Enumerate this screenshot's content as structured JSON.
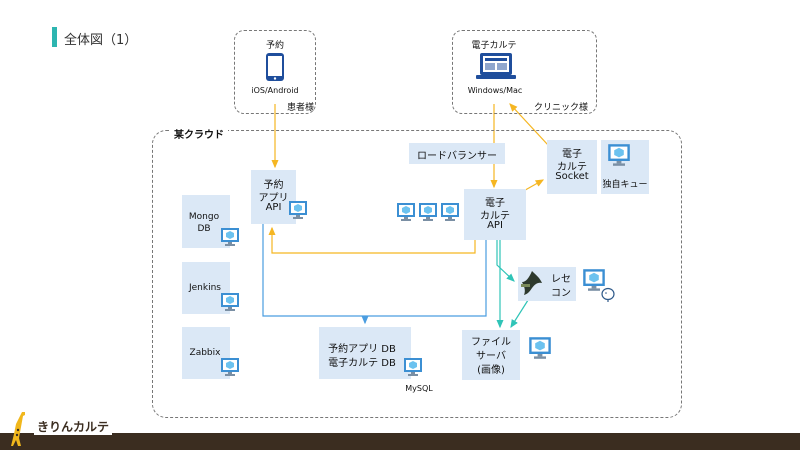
{
  "slide": {
    "title": "全体図（1）",
    "brand": "きりんカルテ",
    "accent_color": "#2db5b0",
    "footer_color": "#3b2d20"
  },
  "patient_group": {
    "top_label": "予約",
    "device_label": "iOS/Android",
    "group_label": "患者様",
    "icon": "smartphone-icon"
  },
  "clinic_group": {
    "top_label": "電子カルテ",
    "device_label": "Windows/Mac",
    "group_label": "クリニック様",
    "icon": "laptop-icon"
  },
  "cloud": {
    "label": "某クラウド",
    "load_balancer": "ロードバランサー",
    "reservation_api": [
      "予約",
      "アプリ",
      "API"
    ],
    "ehr_api": [
      "電子",
      "カルテ",
      "API"
    ],
    "ehr_socket": [
      "電子",
      "カルテ",
      "Socket"
    ],
    "queue": "独自キュー",
    "mongodb": [
      "Mongo",
      "DB"
    ],
    "jenkins": "Jenkins",
    "zabbix": "Zabbix",
    "database": [
      "予約アプリ DB",
      "電子カルテ DB"
    ],
    "db_engine": "MySQL",
    "receipt": [
      "レセ",
      "コン"
    ],
    "file_server": [
      "ファイル",
      "サーバ",
      "(画像)"
    ]
  },
  "colors": {
    "box": "#dbe8f6",
    "arrow_orange": "#f5b622",
    "arrow_blue": "#4a9de0",
    "arrow_teal": "#2fc4b7",
    "dark_blue": "#1f4e9c"
  }
}
